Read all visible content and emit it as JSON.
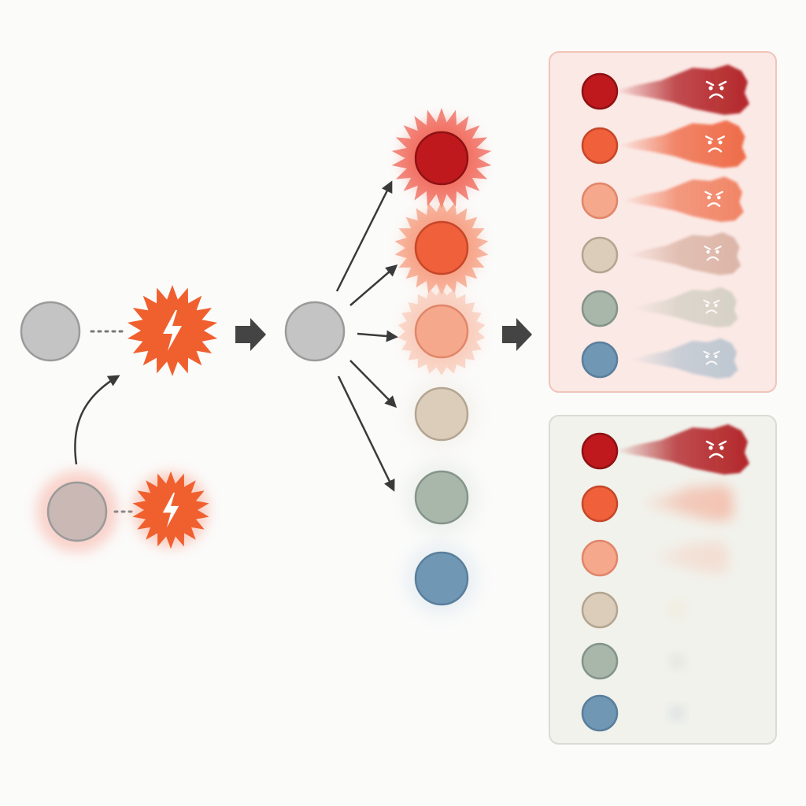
{
  "colors": {
    "background": "#fbfbfa",
    "neutral_node": "#c4c4c4",
    "neutral_node_stroke": "#9a9a9a",
    "primed_node": "#c9b8b4",
    "burst": "#f0602f",
    "arrow": "#3a3a3a",
    "panel_top_fill": "#fbe9e5",
    "panel_top_stroke": "#f2c4b8",
    "panel_bottom_fill": "#f1f2ec",
    "panel_bottom_stroke": "#d9dcd3"
  },
  "stages": {
    "initial_trigger": {
      "node": "neutral-node",
      "burst": "lightning-burst-icon"
    },
    "primed_trigger": {
      "node": "primed-node",
      "burst": "lightning-burst-icon"
    }
  },
  "response_levels": [
    {
      "name": "level-1",
      "fill": "#c0191d",
      "stroke": "#8e1214",
      "glow": "#f05a4a",
      "glow_strength": 1.0
    },
    {
      "name": "level-2",
      "fill": "#f0603a",
      "stroke": "#c6472a",
      "glow": "#f58a66",
      "glow_strength": 0.85
    },
    {
      "name": "level-3",
      "fill": "#f6a88c",
      "stroke": "#e0866a",
      "glow": "#f8b8a0",
      "glow_strength": 0.7
    },
    {
      "name": "level-4",
      "fill": "#dccdba",
      "stroke": "#b3a591",
      "glow": "#e6dccd",
      "glow_strength": 0.45
    },
    {
      "name": "level-5",
      "fill": "#a9b7aa",
      "stroke": "#84948a",
      "glow": "#c6d2c8",
      "glow_strength": 0.45
    },
    {
      "name": "level-6",
      "fill": "#7097b4",
      "stroke": "#5a7f9c",
      "glow": "#b6cde0",
      "glow_strength": 0.45
    }
  ],
  "panels": [
    {
      "name": "response-panel-amplified",
      "cloud_colors": [
        "#b3262a",
        "#ee6540",
        "#f07a58",
        "#d4a898",
        "#c9c9bc",
        "#a9bccb"
      ],
      "cloud_opacity": [
        1.0,
        0.95,
        0.9,
        0.8,
        0.75,
        0.75
      ],
      "cloud_scale": [
        1.0,
        0.95,
        0.9,
        0.85,
        0.8,
        0.8
      ],
      "angry_face": [
        true,
        true,
        true,
        true,
        true,
        true
      ]
    },
    {
      "name": "response-panel-selective",
      "cloud_colors": [
        "#b3262a",
        "#f59a80",
        "#f8b6a0",
        "#f1d8a6",
        "#b6bab2",
        "#9cb0c4"
      ],
      "cloud_opacity": [
        1.0,
        0.55,
        0.35,
        0.25,
        0.4,
        0.45
      ],
      "cloud_scale": [
        1.0,
        0.75,
        0.65,
        0.2,
        0.12,
        0.12
      ],
      "angry_face": [
        true,
        false,
        false,
        false,
        false,
        false
      ]
    }
  ]
}
